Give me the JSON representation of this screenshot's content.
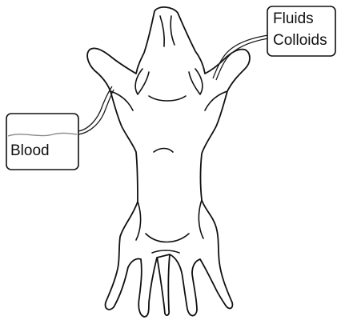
{
  "diagram": {
    "labels": {
      "fluids": "Fluids",
      "colloids": "Colloids",
      "blood": "Blood"
    },
    "colors": {
      "ink": "#111111",
      "background": "#ffffff",
      "blood_level_line": "#8a8a8a"
    }
  }
}
